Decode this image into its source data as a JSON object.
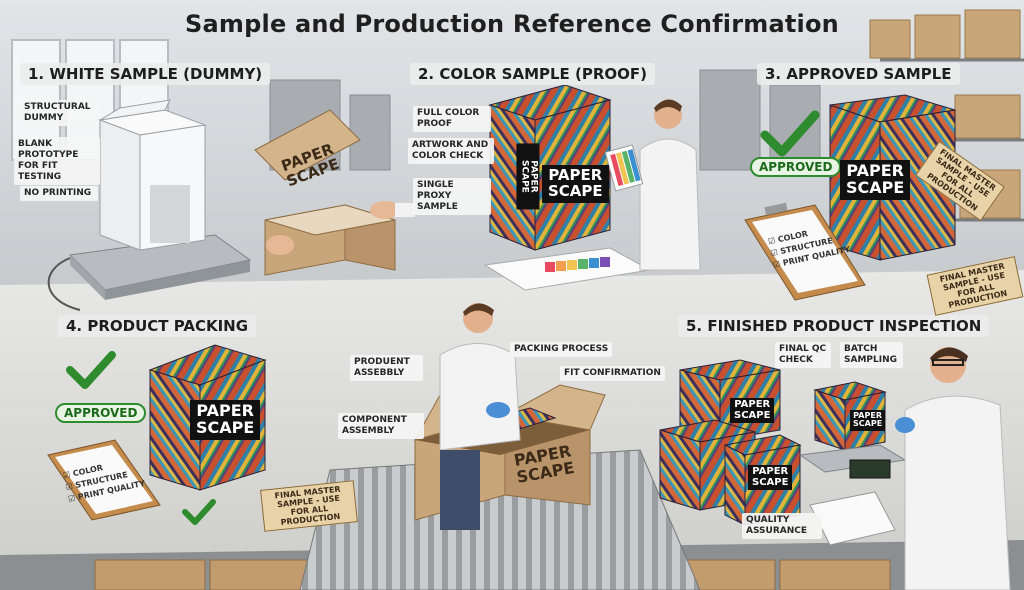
{
  "title": "Sample and Production Reference Confirmation",
  "brand": {
    "line1": "PAPER",
    "line2": "SCAPE",
    "spine": "PAPER SCAPE"
  },
  "colors": {
    "approved_green": "#2e8b2e",
    "kraft": "#c9a57a",
    "label_black": "#111111"
  },
  "sections": {
    "white_sample": {
      "heading": "1. WHITE SAMPLE (DUMMY)",
      "callouts": [
        "STRUCTURAL DUMMY",
        "BLANK PROTOTYPE FOR FIT TESTING",
        "NO PRINTING"
      ]
    },
    "color_sample": {
      "heading": "2. COLOR SAMPLE (PROOF)",
      "callouts": [
        "FULL COLOR PROOF",
        "ARTWORK AND COLOR CHECK",
        "SINGLE PROXY SAMPLE"
      ]
    },
    "approved_sample": {
      "heading": "3. APPROVED SAMPLE",
      "badge": "APPROVED",
      "checklist": [
        "COLOR",
        "STRUCTURE",
        "PRINT QUALITY"
      ],
      "tag": "FINAL MASTER SAMPLE - USE FOR ALL PRODUCTION",
      "hang_tag": "FINAL MASTER SAMPLE - USE FOR ALL PRODUCTION"
    },
    "product_packing": {
      "heading": "4. PRODUCT PACKING",
      "badge": "APPROVED",
      "checklist": [
        "COLOR",
        "STRUCTURE",
        "PRINT QUALITY"
      ],
      "tag": "FINAL MASTER SAMPLE - USE FOR ALL PRODUCTION",
      "callouts": [
        "PRODUENT ASSEBBLY",
        "PACKING PROCESS",
        "FIT CONFIRMATION",
        "COMPONENT ASSEMBLY"
      ]
    },
    "inspection": {
      "heading": "5. FINISHED PRODUCT INSPECTION",
      "callouts": [
        "FINAL QC CHECK",
        "BATCH SAMPLING",
        "QUALITY ASSURANCE"
      ]
    }
  }
}
